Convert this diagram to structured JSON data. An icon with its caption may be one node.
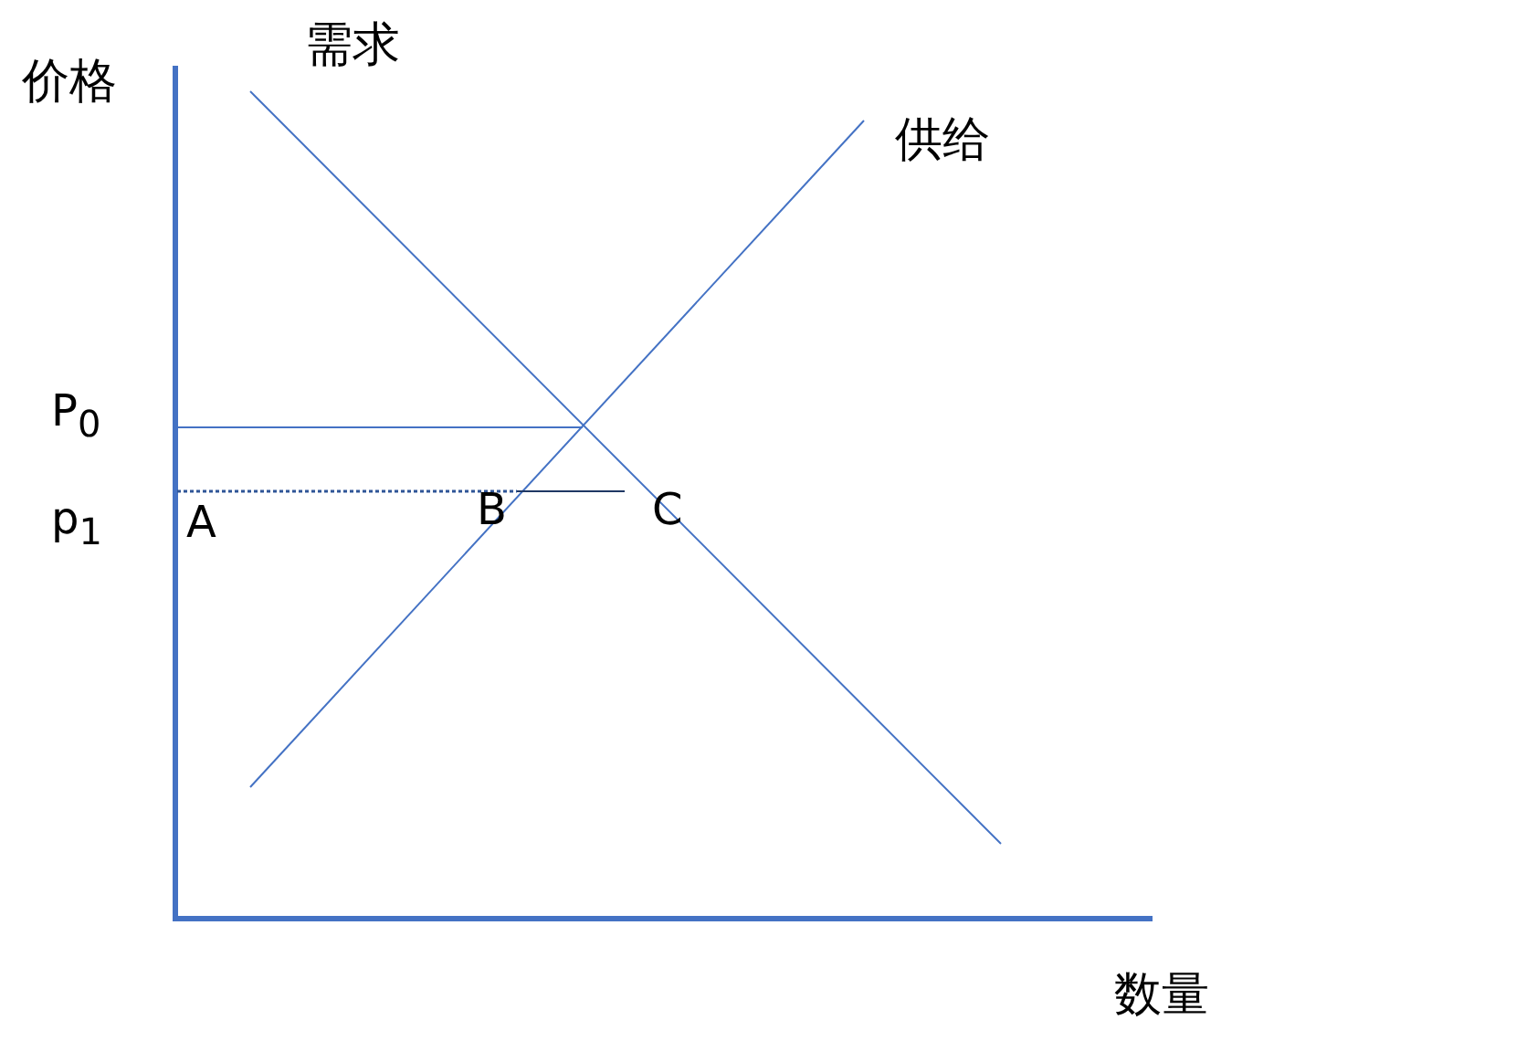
{
  "diagram": {
    "labels": [
      "价格",
      "需求",
      "供给",
      "P$_{0}$",
      "p$_{1}$",
      "A",
      "B",
      "C",
      "数量"
    ]
  }
}
